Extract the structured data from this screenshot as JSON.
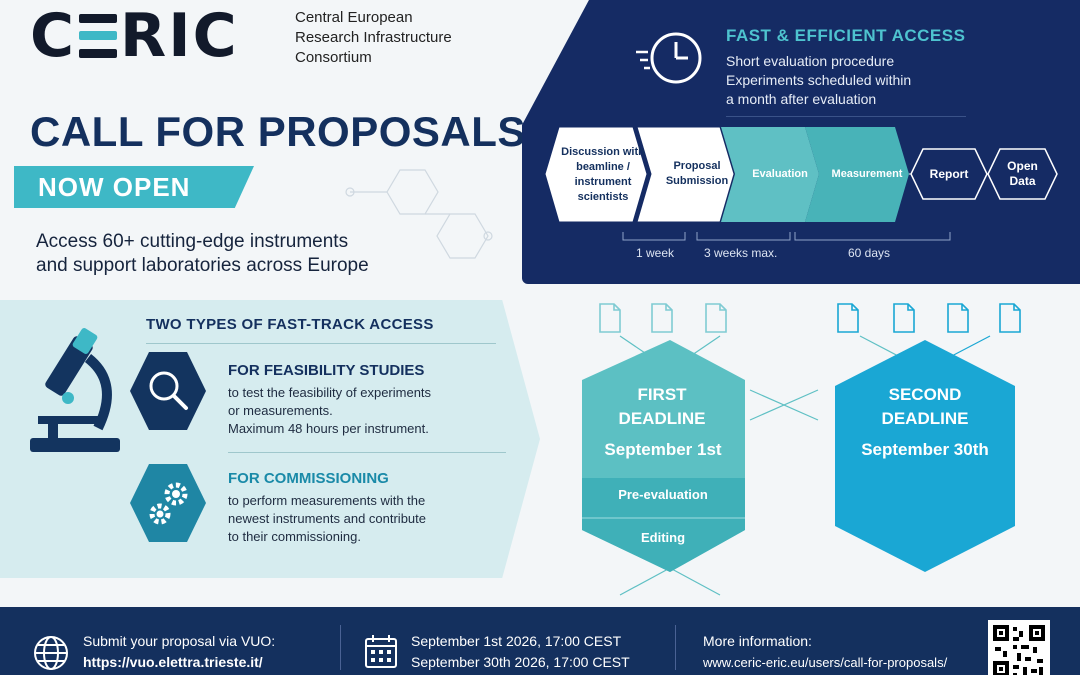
{
  "header": {
    "logo": "CERIC",
    "logo_parts": [
      "C",
      "RIC"
    ],
    "org_lines": [
      "Central European",
      "Research Infrastructure",
      "Consortium"
    ],
    "title": "CALL FOR PROPOSALS",
    "badge": "NOW OPEN",
    "subtitle_lines": [
      "Access 60+ cutting-edge instruments",
      "and support laboratories across Europe"
    ]
  },
  "fast_access": {
    "title": "FAST & EFFICIENT ACCESS",
    "lines": [
      "Short evaluation procedure",
      "Experiments scheduled within",
      "a month after evaluation"
    ],
    "steps": [
      "Discussion with beamline / instrument scientists",
      "Proposal Submission",
      "Evaluation",
      "Measurement",
      "Report",
      "Open Data"
    ],
    "durations": [
      "1 week",
      "3 weeks max.",
      "60 days"
    ]
  },
  "fast_track": {
    "title": "TWO TYPES OF FAST-TRACK ACCESS",
    "feasibility_title": "FOR FEASIBILITY STUDIES",
    "feasibility_lines": [
      "to test the feasibility of experiments",
      "or measurements.",
      "Maximum 48 hours per instrument."
    ],
    "commissioning_title": "FOR COMMISSIONING",
    "commissioning_lines": [
      "to perform measurements with the",
      "newest instruments and contribute",
      "to their commissioning."
    ]
  },
  "deadlines": {
    "first_title": [
      "FIRST",
      "DEADLINE"
    ],
    "first_date": "September 1st",
    "first_stage_1": "Pre-evaluation",
    "first_stage_2": "Editing",
    "second_title": [
      "SECOND",
      "DEADLINE"
    ],
    "second_date": "September 30th"
  },
  "footer": {
    "submit_label": "Submit your proposal via VUO:",
    "submit_url": "https://vuo.elettra.trieste.it/",
    "date_1": "September 1st 2026, 17:00 CEST",
    "date_2": "September 30th 2026, 17:00 CEST",
    "info_label": "More information:",
    "info_url": "www.ceric-eric.eu/users/call-for-proposals/"
  },
  "colors": {
    "navy": "#14305e",
    "teal": "#3eb8c6",
    "cyan": "#1aa7d4"
  }
}
